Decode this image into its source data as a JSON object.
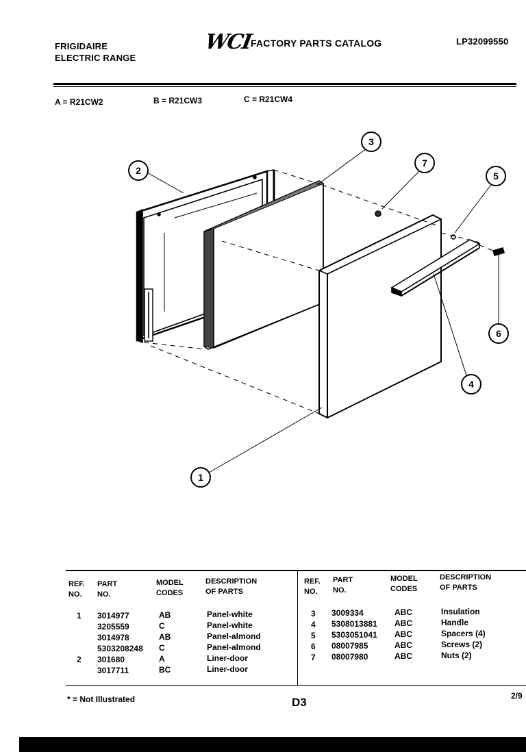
{
  "header": {
    "brand": "FRIGIDAIRE",
    "product": "ELECTRIC RANGE",
    "logo_text": "WCI",
    "catalog_title": "FACTORY PARTS CATALOG",
    "catalog_number": "LP32099550"
  },
  "models": [
    {
      "text": "A = R21CW2"
    },
    {
      "text": "B = R21CW3"
    },
    {
      "text": "C = R21CW4"
    }
  ],
  "callouts": [
    "1",
    "2",
    "3",
    "4",
    "5",
    "6",
    "7"
  ],
  "table": {
    "headers": {
      "ref": [
        "REF.",
        "NO."
      ],
      "part": [
        "PART",
        "NO."
      ],
      "model": [
        "MODEL",
        "CODES"
      ],
      "desc": [
        "DESCRIPTION",
        "OF PARTS"
      ]
    },
    "left_rows": [
      {
        "ref": "1",
        "part": "3014977",
        "model": "AB",
        "desc": "Panel-white"
      },
      {
        "ref": "",
        "part": "3205559",
        "model": "C",
        "desc": "Panel-white"
      },
      {
        "ref": "",
        "part": "3014978",
        "model": "AB",
        "desc": "Panel-almond"
      },
      {
        "ref": "",
        "part": "5303208248",
        "model": "C",
        "desc": "Panel-almond"
      },
      {
        "ref": "2",
        "part": "301680",
        "model": "A",
        "desc": "Liner-door"
      },
      {
        "ref": "",
        "part": "3017711",
        "model": "BC",
        "desc": "Liner-door"
      }
    ],
    "right_rows": [
      {
        "ref": "3",
        "part": "3009334",
        "model": "ABC",
        "desc": "Insulation"
      },
      {
        "ref": "4",
        "part": "5308013881",
        "model": "ABC",
        "desc": "Handle"
      },
      {
        "ref": "5",
        "part": "5303051041",
        "model": "ABC",
        "desc": "Spacers (4)"
      },
      {
        "ref": "6",
        "part": "08007985",
        "model": "ABC",
        "desc": "Screws (2)"
      },
      {
        "ref": "7",
        "part": "08007980",
        "model": "ABC",
        "desc": "Nuts (2)"
      }
    ]
  },
  "footer": {
    "note": "* = Not Illustrated",
    "page_code": "D3",
    "date": "2/9"
  }
}
